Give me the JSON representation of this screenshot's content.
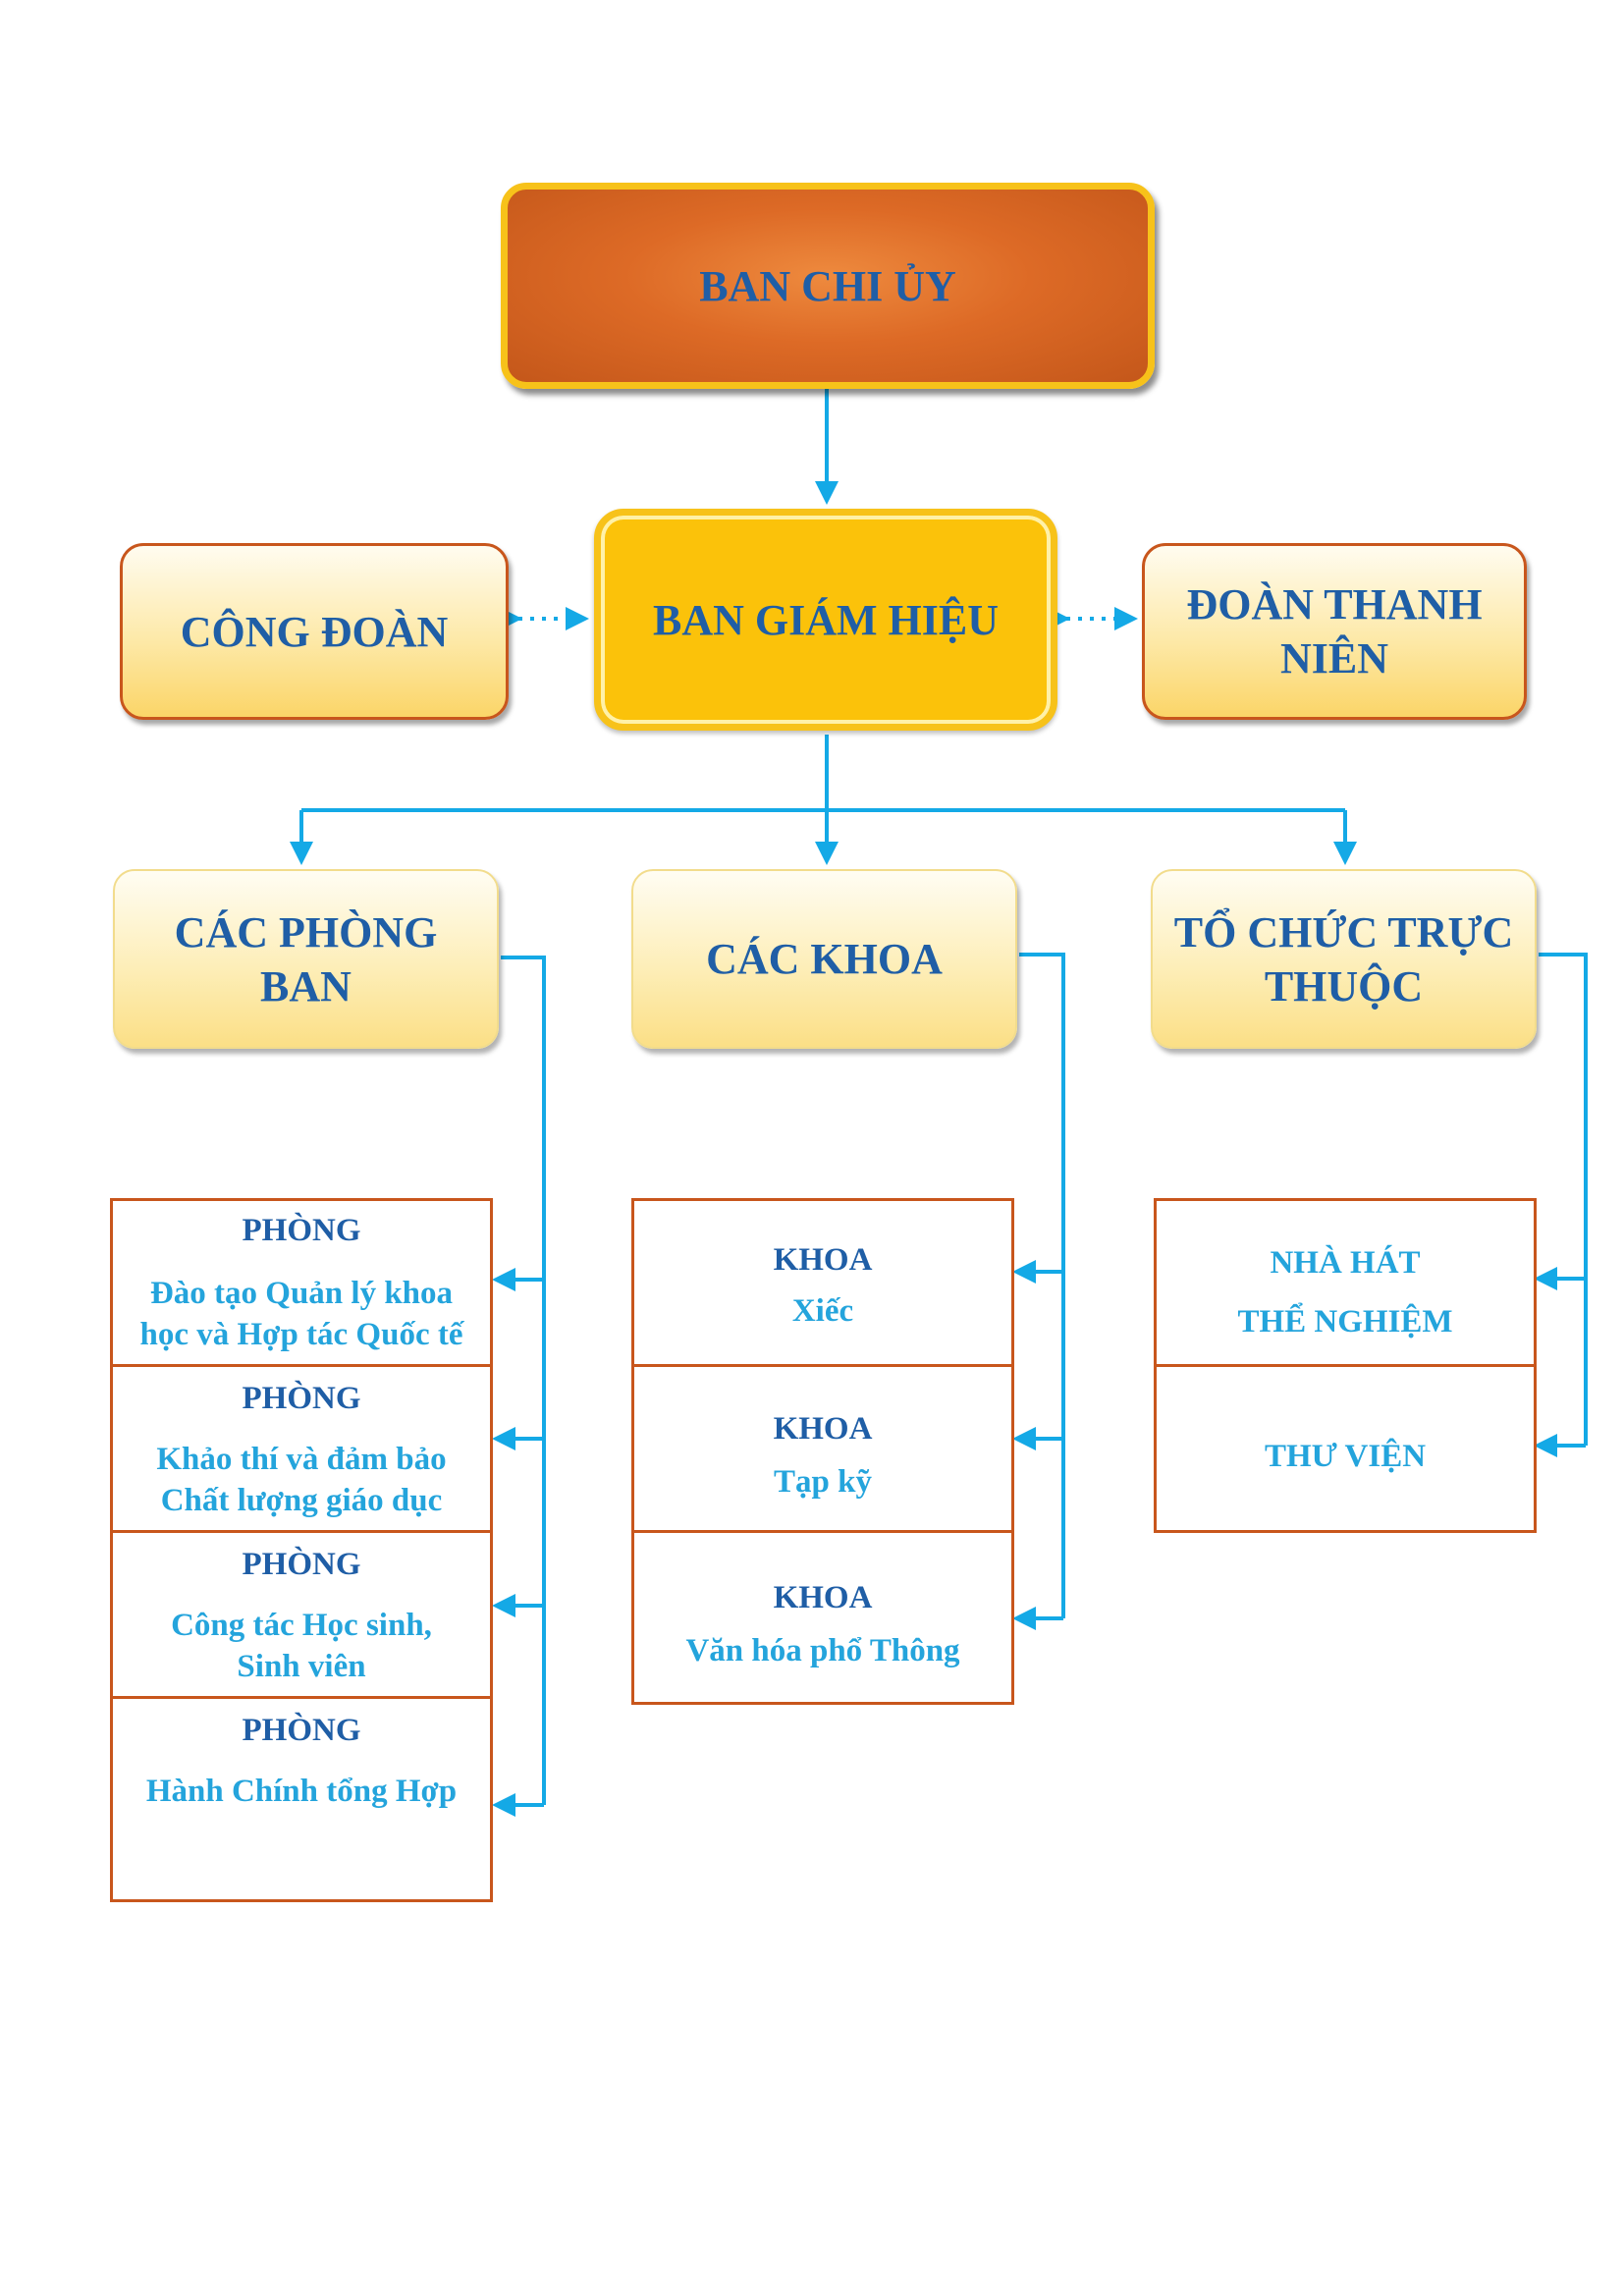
{
  "top": {
    "label": "BAN CHI ỦY"
  },
  "center": {
    "label": "BAN GIÁM HIỆU"
  },
  "left": {
    "label": "CÔNG ĐOÀN"
  },
  "right": {
    "line1": "ĐOÀN THANH",
    "line2": "NIÊN"
  },
  "groups": {
    "phong_ban": {
      "line1": "CÁC PHÒNG",
      "line2": "BAN"
    },
    "khoa": {
      "label": "CÁC KHOA"
    },
    "to_chuc": {
      "line1": "TỔ CHỨC TRỰC",
      "line2": "THUỘC"
    }
  },
  "phong": [
    {
      "title": "PHÒNG",
      "line1": "Đào tạo Quản lý khoa",
      "line2": "học và Hợp tác Quốc tế"
    },
    {
      "title": "PHÒNG",
      "line1": "Khảo thí và đảm bảo",
      "line2": "Chất lượng giáo dục"
    },
    {
      "title": "PHÒNG",
      "line1": "Công tác Học sinh,",
      "line2": "Sinh viên"
    },
    {
      "title": "PHÒNG",
      "line1": "Hành Chính tổng Hợp"
    }
  ],
  "khoa_items": [
    {
      "title": "KHOA",
      "line1": "Xiếc"
    },
    {
      "title": "KHOA",
      "line1": "Tạp kỹ"
    },
    {
      "title": "KHOA",
      "line1": "Văn hóa phổ Thông"
    }
  ],
  "to_chuc_items": [
    {
      "line1": "NHÀ HÁT",
      "line2": "THỂ NGHIỆM"
    },
    {
      "line1": "THƯ VIỆN"
    }
  ],
  "colors": {
    "connector": "#14a9e6",
    "title_text": "#1f5ea6",
    "item_text": "#24a4dc",
    "border": "#c8561c"
  }
}
